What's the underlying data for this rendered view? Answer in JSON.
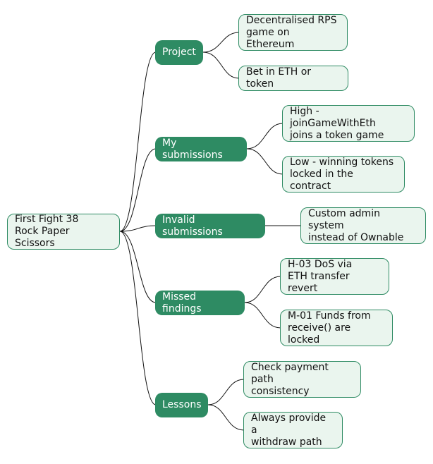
{
  "root": {
    "label": "First Fight 38\nRock Paper Scissors"
  },
  "branches": [
    {
      "label": "Project",
      "children": [
        "Decentralised RPS\ngame on Ethereum",
        "Bet in ETH or token"
      ]
    },
    {
      "label": "My submissions",
      "children": [
        "High - joinGameWithEth\njoins a token game",
        "Low - winning tokens\nlocked in the contract"
      ]
    },
    {
      "label": "Invalid submissions",
      "children": [
        "Custom admin system\ninstead of Ownable"
      ]
    },
    {
      "label": "Missed findings",
      "children": [
        "H-03 DoS via\nETH transfer revert",
        "M-01 Funds from\nreceive() are locked"
      ]
    },
    {
      "label": "Lessons",
      "children": [
        "Check payment path\nconsistency",
        "Always provide a\nwithdraw path"
      ]
    }
  ],
  "colors": {
    "accent": "#2e8b63",
    "leaf_fill": "#eaf5ee",
    "line": "#111111"
  }
}
